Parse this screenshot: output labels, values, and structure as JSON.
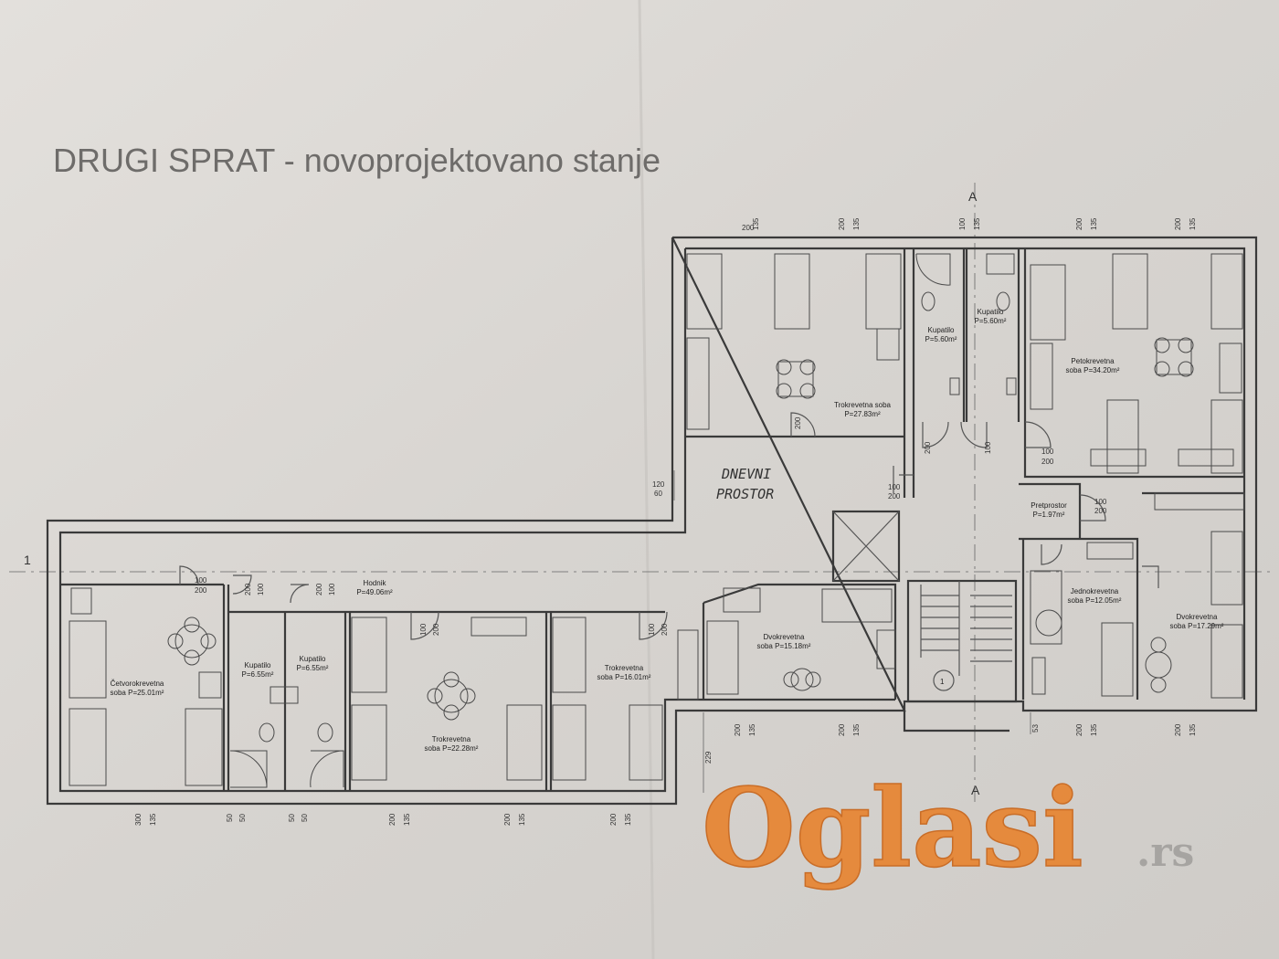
{
  "title": "DRUGI SPRAT - novoprojektovano stanje",
  "handwritten_note": [
    "DNEVNI",
    "PROSTOR"
  ],
  "section_markers": {
    "vertical": "A",
    "horizontal": "1",
    "stair_number": "1"
  },
  "rooms": {
    "r_trokrevetna_top": [
      "Trokrevetna soba",
      "P=27.83m²"
    ],
    "r_kup_a": [
      "Kupatilo",
      "P=5.60m²"
    ],
    "r_kup_b": [
      "Kupatilo",
      "P=5.60m²"
    ],
    "r_peto": [
      "Petokrevetna",
      "soba P=34.20m²"
    ],
    "r_pretprostor": [
      "Pretprostor",
      "P=1.97m²"
    ],
    "r_hodnik": [
      "Hodnik",
      "P=49.06m²"
    ],
    "r_cetvoro": [
      "Četvorokrevetna",
      "soba P=25.01m²"
    ],
    "r_kup_c": [
      "Kupatilo",
      "P=6.55m²"
    ],
    "r_kup_d": [
      "Kupatilo",
      "P=6.55m²"
    ],
    "r_tro_mid": [
      "Trokrevetna",
      "soba P=22.28m²"
    ],
    "r_tro_right": [
      "Trokrevetna",
      "soba P=16.01m²"
    ],
    "r_dvo_mid": [
      "Dvokrevetna",
      "soba P=15.18m²"
    ],
    "r_jedno": [
      "Jednokrevetna",
      "soba P=12.05m²"
    ],
    "r_dvo_right": [
      "Dvokrevetna",
      "soba P=17.29m²"
    ]
  },
  "dims": {
    "d_top1": [
      "200",
      "135"
    ],
    "d_top2": [
      "200",
      "135"
    ],
    "d_top3": [
      "100",
      "135"
    ],
    "d_top4": [
      "200",
      "135"
    ],
    "d_top5": [
      "200",
      "135"
    ],
    "d_bot1": [
      "300",
      "135"
    ],
    "d_bot2": [
      "50",
      "50"
    ],
    "d_bot3": [
      "50",
      "50"
    ],
    "d_bot4": [
      "200",
      "135"
    ],
    "d_bot5": [
      "200",
      "135"
    ],
    "d_bot6": [
      "200",
      "135"
    ],
    "d_bot7": [
      "200",
      "135"
    ],
    "d_bot8": [
      "200",
      "135"
    ],
    "d_bot9": [
      "200",
      "135"
    ],
    "d_bot10": [
      "200",
      "135"
    ],
    "d_door1": [
      "100",
      "200"
    ],
    "d_door2": [
      "200",
      "100"
    ],
    "d_door3": [
      "200",
      "100"
    ],
    "d_door4": [
      "100",
      "200"
    ],
    "d_door5": [
      "100",
      "200"
    ],
    "d_door6": [
      "120",
      "60"
    ],
    "d_door7": [
      "100",
      "200"
    ],
    "d_door8": [
      "100",
      "200"
    ],
    "d_door9": [
      "100",
      "200"
    ],
    "d_door10": [
      "200",
      "100"
    ],
    "d_door11": [
      "200",
      "100"
    ]
  },
  "single_dims": {
    "d_229": "229",
    "d_53": "53"
  },
  "watermark": {
    "main": "Oglasi",
    "suffix": ".rs",
    "color": "#e78531"
  }
}
